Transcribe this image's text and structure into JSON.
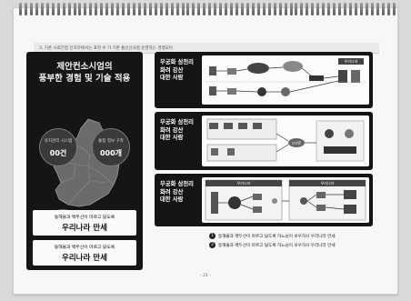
{
  "header": {
    "text": "3. 기존 사회간접 인프라에서는 표현 수 가 기존 통신선사항 운영하는 경쟁되어"
  },
  "left_panel": {
    "title_line1": "제안컨소시엄의",
    "title_line2": "풍부한 경험 및 기술 적용",
    "stat1": {
      "label": "유지관리 시스템",
      "value": "00건"
    },
    "stat2": {
      "label": "통합 정보 구축",
      "value": "000개"
    },
    "slogan1": {
      "small": "동해물과 백두산이 마르고 닳도록",
      "big": "우리나라 만세"
    },
    "slogan2": {
      "small": "동해물과 백두산이 마르고 닳도록",
      "big": "우리나라 만세"
    }
  },
  "sections": [
    {
      "label_line1": "무궁화 삼천리",
      "label_line2": "화려 강산",
      "label_line3": "대한 사람"
    },
    {
      "label_line1": "무궁화 삼천리",
      "label_line2": "화려 강산",
      "label_line3": "대한 사람"
    },
    {
      "label_line1": "무궁화 삼천리",
      "label_line2": "화려 강산",
      "label_line3": "대한 사람"
    }
  ],
  "diagram_labels": {
    "d2_cloud": "LTE망",
    "d3_left_tag": "우리나라",
    "d3_right_tag": "우리나라",
    "d1_tag": "우리나라"
  },
  "legend": [
    {
      "num": "1",
      "text": "동해물과 백두산이 마르고 닳도록 하느님이 보우하사 우리나라 만세"
    },
    {
      "num": "2",
      "text": "동해물과 백두산이 마르고 닳도록 하느님이 보우하사 우리나라 만세"
    }
  ],
  "page_number": "- 21 -"
}
